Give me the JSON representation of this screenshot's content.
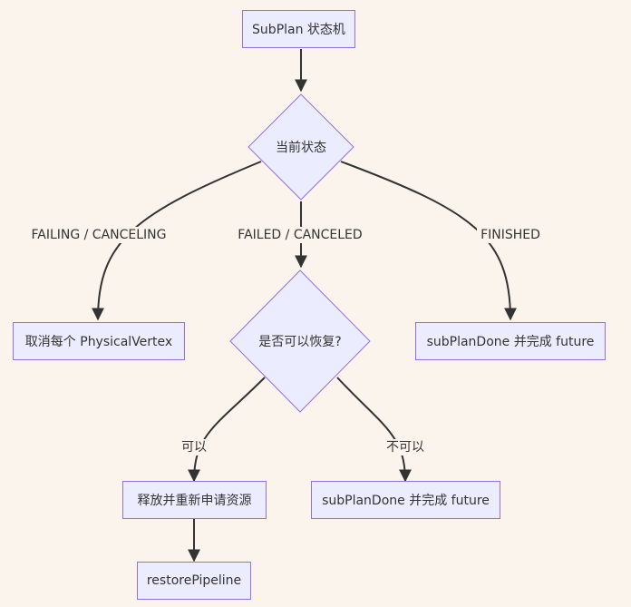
{
  "diagram": {
    "title_node": "SubPlan 状态机",
    "decision_current": "当前状态",
    "decision_recover": "是否可以恢复?",
    "action_cancel": "取消每个 PhysicalVertex",
    "action_finish": "subPlanDone 并完成 future",
    "action_release": "释放并重新申请资源",
    "action_fail_done": "subPlanDone 并完成 future",
    "action_restore": "restorePipeline",
    "edge_failing": "FAILING / CANCELING",
    "edge_failed": "FAILED / CANCELED",
    "edge_finished": "FINISHED",
    "edge_can": "可以",
    "edge_cannot": "不可以"
  },
  "colors": {
    "background": "#faf4ec",
    "node_fill": "#ececff",
    "node_border": "#9370db",
    "edge": "#333333",
    "text": "#333333"
  }
}
